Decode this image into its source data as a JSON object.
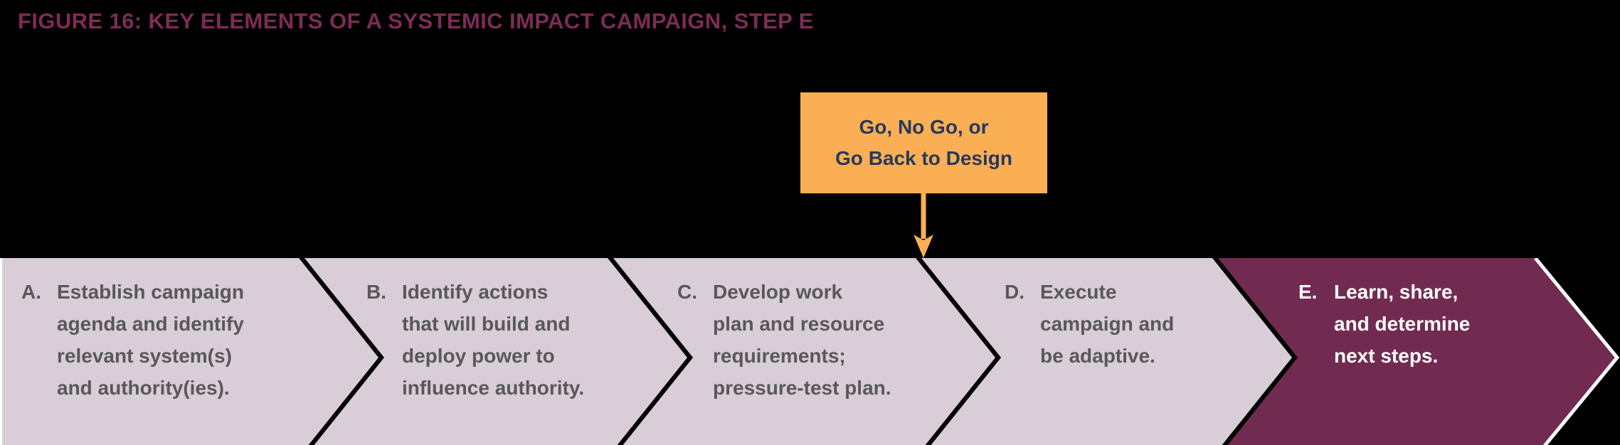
{
  "title": "FIGURE 16: KEY ELEMENTS OF A SYSTEMIC IMPACT CAMPAIGN, STEP E",
  "callout": {
    "text": "Go, No Go, or\nGo Back to Design"
  },
  "steps": [
    {
      "label": "A.",
      "text": "Establish campaign\nagenda and identify\nrelevant system(s)\nand authority(ies).",
      "highlighted": false
    },
    {
      "label": "B.",
      "text": "Identify actions\nthat will build and\ndeploy power to\ninfluence authority.",
      "highlighted": false
    },
    {
      "label": "C.",
      "text": "Develop work\nplan and resource\nrequirements;\npressure-test plan.",
      "highlighted": false
    },
    {
      "label": "D.",
      "text": "Execute\ncampaign and\nbe adaptive.",
      "highlighted": false
    },
    {
      "label": "E.",
      "text": "Learn, share,\nand determine\nnext steps.",
      "highlighted": true
    }
  ],
  "colors": {
    "background": "#000000",
    "title": "#7E2B56",
    "chevron_fill": "#D9CDD7",
    "chevron_highlight_fill": "#722B50",
    "chevron_text": "#58585A",
    "chevron_highlight_text": "#FFFFFF",
    "callout_fill": "#FAAF55",
    "callout_text": "#27395C",
    "separator": "#FFFFFF"
  }
}
